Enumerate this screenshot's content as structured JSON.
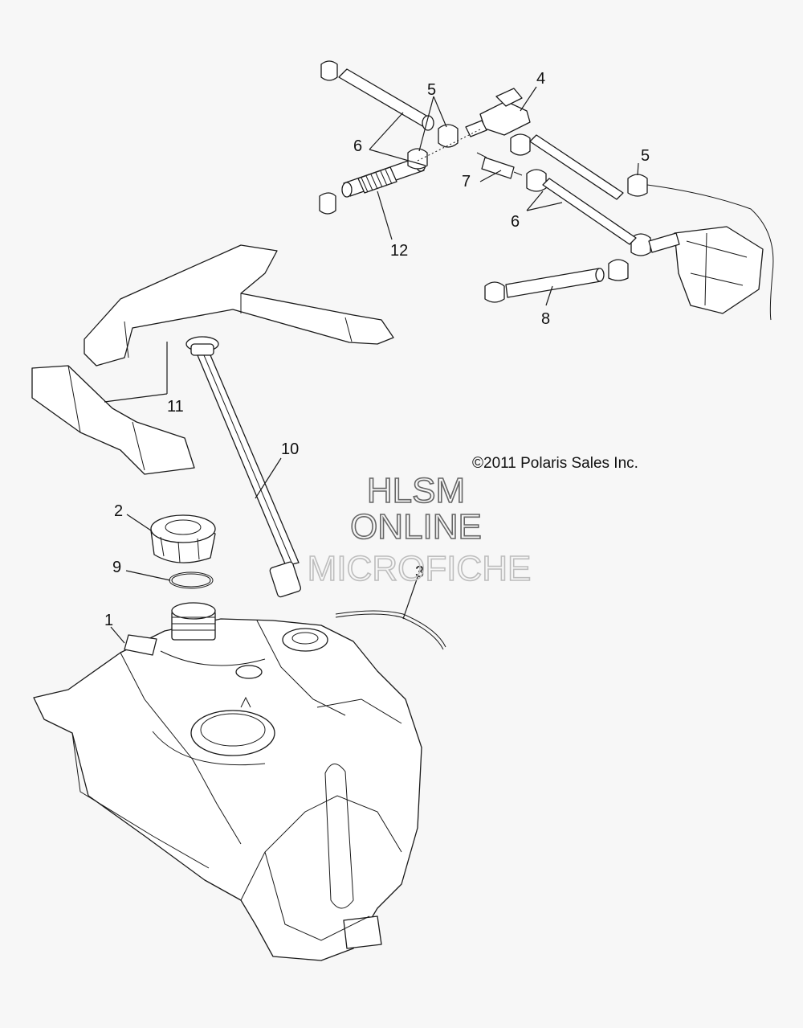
{
  "copyright": "©2011 Polaris Sales Inc.",
  "watermark": {
    "line1": "HLSM",
    "line2": "ONLINE",
    "line3": "MICROFICHE",
    "colors": {
      "dark": "#666666",
      "light": "#bdbdbd"
    }
  },
  "callouts": {
    "c1": "1",
    "c2": "2",
    "c3": "3",
    "c4": "4",
    "c5a": "5",
    "c5b": "5",
    "c6a": "6",
    "c6b": "6",
    "c7": "7",
    "c8": "8",
    "c9": "9",
    "c10": "10",
    "c11": "11",
    "c12": "12"
  },
  "colors": {
    "line": "#1a1a1a",
    "background": "#f7f7f7",
    "part_fill": "#ffffff"
  }
}
